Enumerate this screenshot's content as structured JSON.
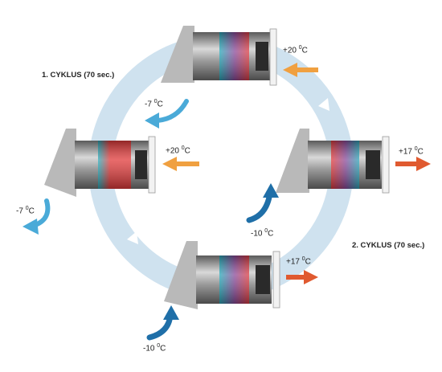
{
  "cycles": {
    "cycle1": "1. CYKLUS (70 sec.)",
    "cycle2": "2. CYKLUS (70 sec.)"
  },
  "temps": {
    "top_in": "+20",
    "top_out": "-7",
    "left_in": "+20",
    "left_out": "-7",
    "right_in": "-10",
    "right_out": "+17",
    "bottom_in": "-10",
    "bottom_out": "+17",
    "unit": "C",
    "degree": "0"
  },
  "colors": {
    "ring": "#cfe2ef",
    "warm_arrow": "#f0a040",
    "hot_arrow": "#e05a30",
    "cold_arrow": "#1f6fa8",
    "cool_arrow": "#4aaad8",
    "hood": "#b9b9b9",
    "red": "#e03a3a",
    "blue": "#27a9b8"
  }
}
